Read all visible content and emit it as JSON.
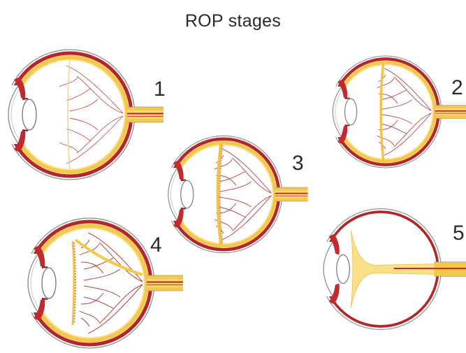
{
  "title": "ROP stages",
  "stages": [
    {
      "label": "1"
    },
    {
      "label": "2"
    },
    {
      "label": "3"
    },
    {
      "label": "4"
    },
    {
      "label": "5"
    }
  ]
}
